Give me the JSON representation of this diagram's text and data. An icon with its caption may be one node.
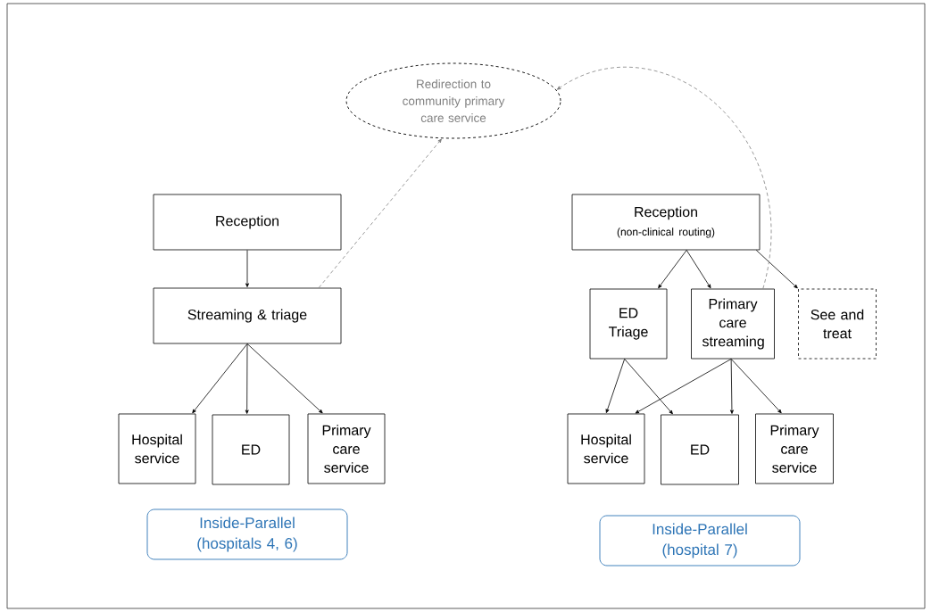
{
  "diagram": {
    "nodes": [
      {
        "text": [
          "Redirection to community primary care service"
        ]
      },
      {
        "text": [
          "Reception"
        ]
      },
      {
        "text": [
          "Streaming & triage"
        ]
      },
      {
        "text": [
          "Hospital service"
        ]
      },
      {
        "text": [
          "ED"
        ]
      },
      {
        "text": [
          "Primary care service"
        ]
      },
      {
        "text": [
          "Reception",
          "(non-clinical routing)"
        ]
      },
      {
        "text": [
          "ED Triage"
        ]
      },
      {
        "text": [
          "Primary care streaming"
        ]
      },
      {
        "text": [
          "See and treat"
        ]
      },
      {
        "text": [
          "Hospital service"
        ]
      },
      {
        "text": [
          "ED"
        ]
      },
      {
        "text": [
          "Primary care service"
        ]
      },
      {
        "text": [
          "Inside-Parallel (hospitals 4, 6)"
        ]
      },
      {
        "text": [
          "Inside-Parallel (hospital 7)"
        ]
      }
    ],
    "edges": [
      {
        "from": 1,
        "to": 2,
        "arrow": "to"
      },
      {
        "from": 2,
        "to": 3,
        "arrow": "to"
      },
      {
        "from": 2,
        "to": 4,
        "arrow": "to"
      },
      {
        "from": 2,
        "to": 5,
        "arrow": "to"
      },
      {
        "from": 2,
        "to": 0,
        "arrow": "to",
        "style": "dashed",
        "color": "#808080"
      },
      {
        "from": 6,
        "to": 7,
        "arrow": "to"
      },
      {
        "from": 6,
        "to": 8,
        "arrow": "to"
      },
      {
        "from": 6,
        "to": 9,
        "arrow": "to"
      },
      {
        "from": 8,
        "to": 0,
        "arrow": "to",
        "style": "dashed",
        "color": "#808080"
      },
      {
        "from": 7,
        "to": 10,
        "arrow": "to"
      },
      {
        "from": 7,
        "to": 11,
        "arrow": "to"
      },
      {
        "from": 8,
        "to": 10,
        "arrow": "to"
      },
      {
        "from": 8,
        "to": 11,
        "arrow": "to"
      },
      {
        "from": 8,
        "to": 12,
        "arrow": "to"
      }
    ]
  }
}
